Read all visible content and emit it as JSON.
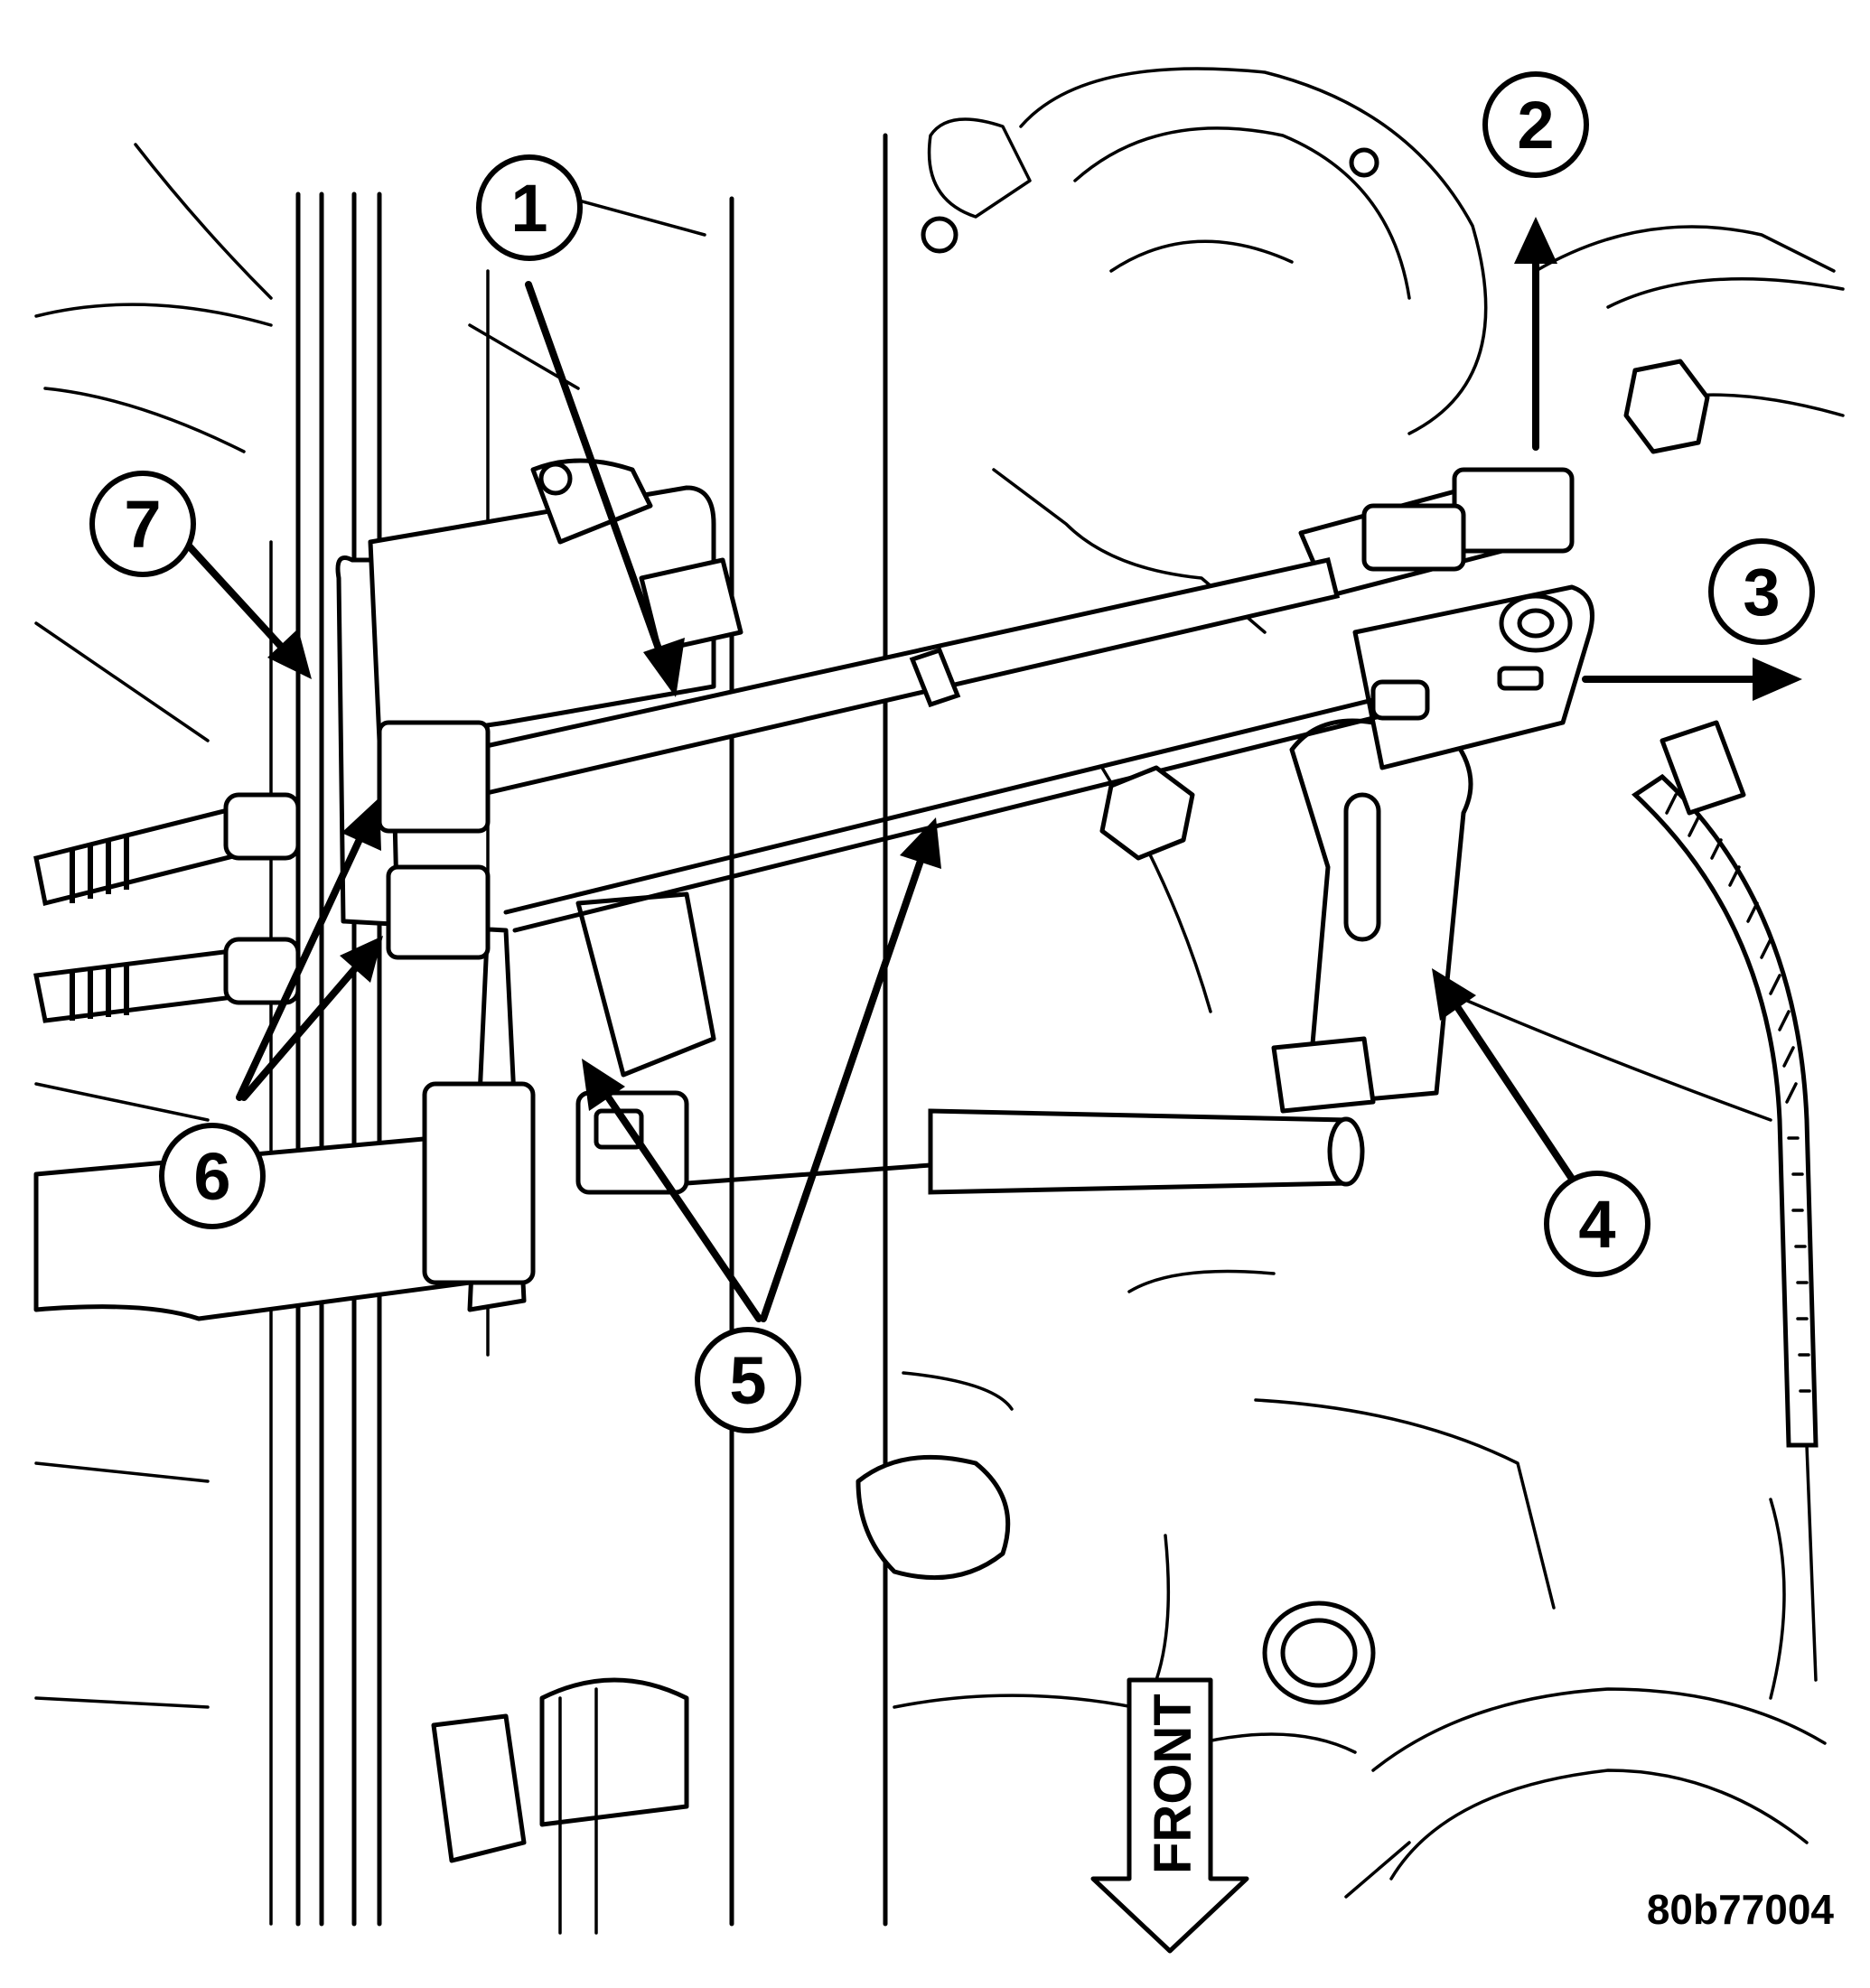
{
  "callouts": {
    "c1": "1",
    "c2": "2",
    "c3": "3",
    "c4": "4",
    "c5": "5",
    "c6": "6",
    "c7": "7"
  },
  "direction_label": "FRONT",
  "figure_code": "80b77004"
}
